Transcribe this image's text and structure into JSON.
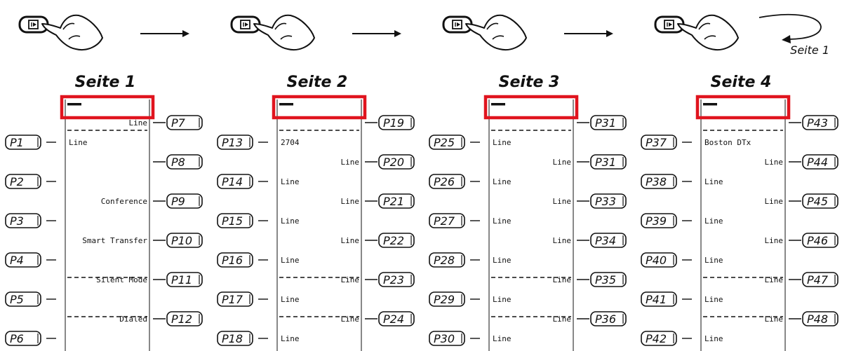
{
  "loop_label": "Seite 1",
  "colors": {
    "ink": "#111111",
    "highlight": "#e0141e"
  },
  "pages": [
    {
      "title": "Seite 1",
      "left_keys": [
        "P1",
        "P2",
        "P3",
        "P4",
        "P5",
        "P6"
      ],
      "right_keys": [
        "P7",
        "P8",
        "P9",
        "P10",
        "P11",
        "P12"
      ],
      "screen_left": [
        "Line",
        "",
        "",
        "",
        "",
        ""
      ],
      "screen_right": [
        "Line",
        "",
        "Conference",
        "Smart Transfer",
        "Silent Mode",
        "Dialed"
      ]
    },
    {
      "title": "Seite 2",
      "left_keys": [
        "P13",
        "P14",
        "P15",
        "P16",
        "P17",
        "P18"
      ],
      "right_keys": [
        "P19",
        "P20",
        "P21",
        "P22",
        "P23",
        "P24"
      ],
      "screen_left": [
        "2704",
        "Line",
        "Line",
        "Line",
        "Line",
        "Line"
      ],
      "screen_right": [
        "",
        "Line",
        "Line",
        "Line",
        "Line",
        "Line"
      ]
    },
    {
      "title": "Seite 3",
      "left_keys": [
        "P25",
        "P26",
        "P27",
        "P28",
        "P29",
        "P30"
      ],
      "right_keys": [
        "P31",
        "P31",
        "P33",
        "P34",
        "P35",
        "P36"
      ],
      "screen_left": [
        "Line",
        "Line",
        "Line",
        "Line",
        "Line",
        "Line"
      ],
      "screen_right": [
        "",
        "Line",
        "Line",
        "Line",
        "Line",
        "Line"
      ]
    },
    {
      "title": "Seite 4",
      "left_keys": [
        "P37",
        "P38",
        "P39",
        "P40",
        "P41",
        "P42"
      ],
      "right_keys": [
        "P43",
        "P44",
        "P45",
        "P46",
        "P47",
        "P48"
      ],
      "screen_left": [
        "Boston DTx",
        "Line",
        "Line",
        "Line",
        "Line",
        "Line"
      ],
      "screen_right": [
        "",
        "Line",
        "Line",
        "Line",
        "Line",
        "Line"
      ]
    }
  ]
}
